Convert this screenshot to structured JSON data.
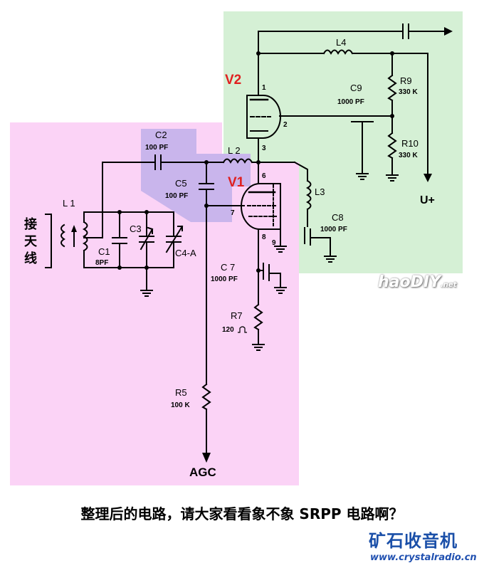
{
  "labels": {
    "v1": "V1",
    "v2": "V2",
    "c1": "C1",
    "c1_value": "8PF",
    "c2": "C2",
    "c2_value": "100 PF",
    "c3": "C3",
    "c4": "C4-A",
    "c5": "C5",
    "c5_value": "100 PF",
    "c7": "C 7",
    "c7_value": "1000 PF",
    "c8": "C8",
    "c8_value": "1000 PF",
    "c9": "C9",
    "c9_value": "1000 PF",
    "l1": "L 1",
    "l2": "L 2",
    "l3": "L3",
    "l4": "L4",
    "r5": "R5",
    "r5_value": "100 K",
    "r7": "R7",
    "r7_value": "120",
    "r9": "R9",
    "r9_value": "330 K",
    "r10": "R10",
    "r10_value": "330 K",
    "antenna": "接天线",
    "agc": "AGC",
    "uplus": "U+",
    "pin1": "1",
    "pin2": "2",
    "pin3": "3",
    "pin6": "6",
    "pin7": "7",
    "pin8": "8",
    "pin9": "9"
  },
  "caption": "整理后的电路，请大家看看象不象 SRPP 电路啊？",
  "watermark": {
    "main": "haoDIY",
    "suffix": ".net"
  },
  "brand": {
    "name": "矿石收音机",
    "url": "www.crystalradio.cn"
  },
  "colors": {
    "pink_region": "#fbd3f6",
    "green_region": "#d5f0d5",
    "lavender_region": "#c9b5ec",
    "tube_label": "#e02020",
    "line": "#000000",
    "brand": "#1a4fa8"
  }
}
